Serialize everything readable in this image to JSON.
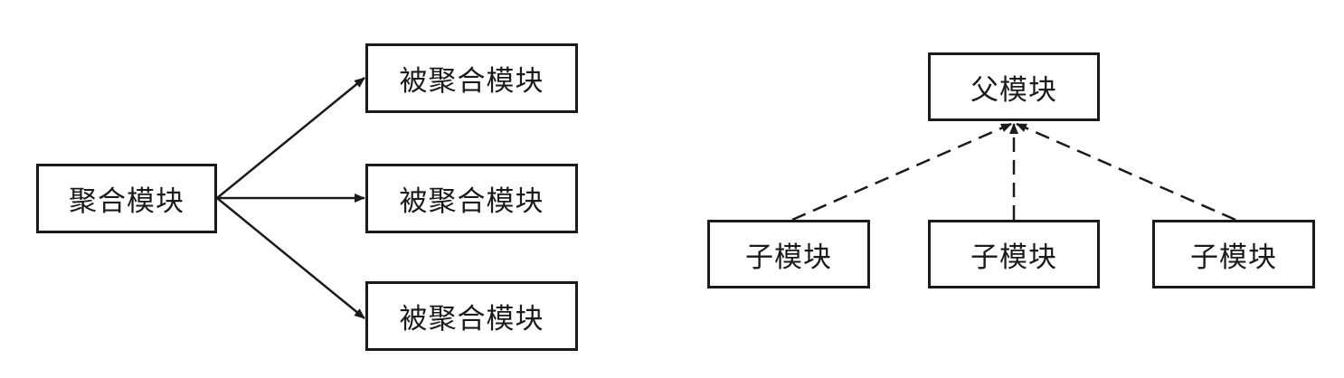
{
  "left_diagram": {
    "aggregate": {
      "label": "聚合模块"
    },
    "aggregated": [
      {
        "label": "被聚合模块"
      },
      {
        "label": "被聚合模块"
      },
      {
        "label": "被聚合模块"
      }
    ]
  },
  "right_diagram": {
    "parent": {
      "label": "父模块"
    },
    "children": [
      {
        "label": "子模块"
      },
      {
        "label": "子模块"
      },
      {
        "label": "子模块"
      }
    ]
  },
  "colors": {
    "line": "#1a1a1a",
    "background": "#ffffff"
  }
}
